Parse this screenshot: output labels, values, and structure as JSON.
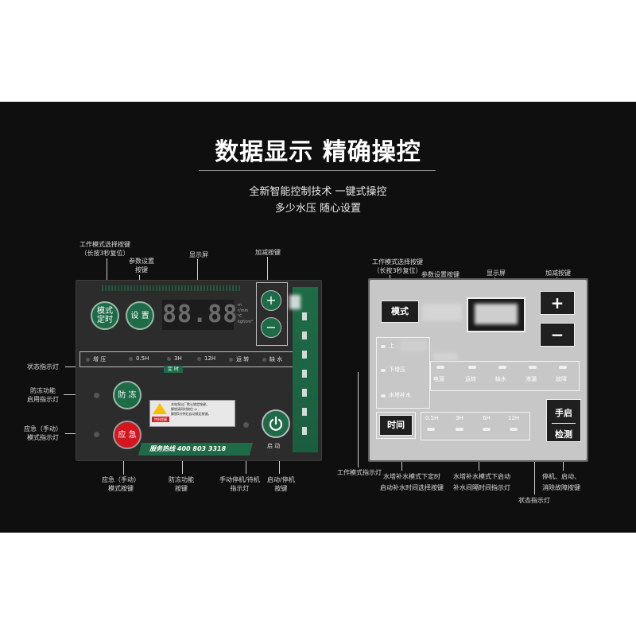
{
  "header": {
    "title": "数据显示  精确操控",
    "subtitle_1": "全新智能控制技术 一键式操控",
    "subtitle_2": "多少水压 随心设置"
  },
  "left_panel": {
    "btn_mode": "模式\n定时",
    "btn_set": "设 置",
    "display_value": "88.88",
    "units": [
      "m",
      "r/min",
      "℃",
      "kgf/cm²"
    ],
    "plus": "+",
    "minus": "−",
    "status_items": [
      "增 压",
      "0.5H",
      "3H",
      "12H",
      "运 转",
      "缺 水"
    ],
    "timer_tag": "定 时",
    "btn_antifreeze": "防 冻",
    "btn_emergency": "应 急",
    "warning_badge": "特别提醒",
    "warning_lines": [
      "本电泵出厂默认锁定按键，",
      "解锁请同时按住 ◎ 、",
      "解锁5分钟后自动锁定按键。"
    ],
    "hotline": "服务热线 400 803 3318",
    "start_label": "启 动",
    "callouts": {
      "mode_key": "工作模式选择按键\n（长按3秒复位）",
      "param_key": "参数设置\n按键",
      "display": "显示屏",
      "plusminus": "加减按键",
      "status_light": "状态指示灯",
      "antifreeze_light": "防冻功能\n启用指示灯",
      "emergency_light": "应急（手动）\n模式指示灯",
      "emergency_key": "应急（手动）\n模式按键",
      "antifreeze_key": "防冻功能\n按键",
      "standby_light": "手动停机/待机\n指示灯",
      "start_key": "启动/停机\n按键"
    }
  },
  "right_panel": {
    "btn_mode": "模式",
    "plus": "+",
    "minus": "−",
    "mode_list": [
      "上",
      "下增压",
      "水塔补水"
    ],
    "status_list": [
      "电源",
      "运转",
      "缺水",
      "渗漏",
      "故障"
    ],
    "btn_time": "时间",
    "time_options": [
      "0.5H",
      "3H",
      "6H",
      "12H"
    ],
    "btn_manual_top": "手启",
    "btn_manual_bottom": "检测",
    "callouts": {
      "mode_key": "工作模式选择按键\n（长按3秒复位）",
      "param_key": "参数设置按键",
      "display": "显示屏",
      "plusminus": "加减按键",
      "mode_light": "工作模式指示灯",
      "time_key": "水塔补水模式下定时\n启动补水时间选择按键",
      "interval_light": "水塔补水模式下启动\n补水间隔时间指示灯",
      "status_light": "状态指示灯",
      "manual_key": "停机、启动、\n消除故障按键"
    }
  }
}
